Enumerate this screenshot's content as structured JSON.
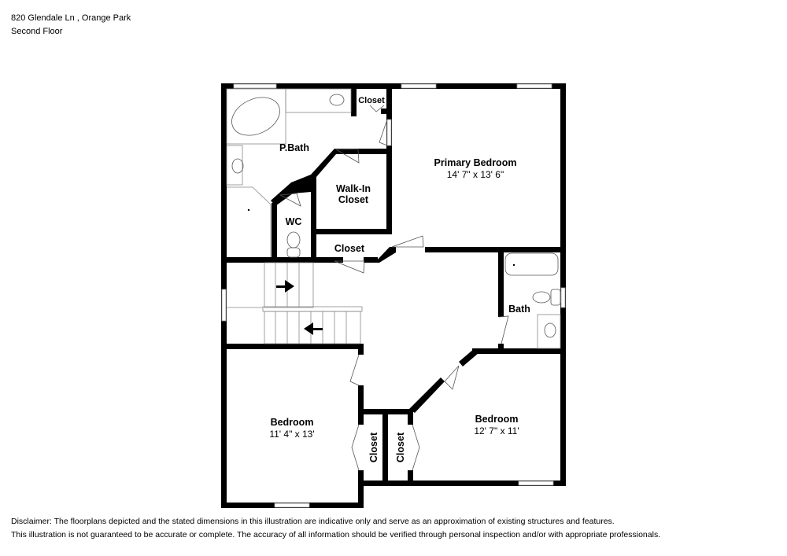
{
  "header": {
    "address": "820 Glendale Ln , Orange Park",
    "floor": "Second Floor"
  },
  "rooms": {
    "primary_bedroom": {
      "name": "Primary Bedroom",
      "dimensions": "14' 7\" x 13' 6\""
    },
    "p_bath": {
      "name": "P.Bath"
    },
    "closet_top": {
      "name": "Closet"
    },
    "walk_in_closet": {
      "name_line1": "Walk-In",
      "name_line2": "Closet"
    },
    "wc": {
      "name": "WC"
    },
    "closet_mid": {
      "name": "Closet"
    },
    "bath": {
      "name": "Bath"
    },
    "bedroom_left": {
      "name": "Bedroom",
      "dimensions": "11' 4\" x 13'"
    },
    "bedroom_right": {
      "name": "Bedroom",
      "dimensions": "12' 7\" x 11'"
    },
    "closet_left": {
      "name": "Closet"
    },
    "closet_right": {
      "name": "Closet"
    }
  },
  "disclaimer": {
    "line1": "Disclaimer: The floorplans depicted and the stated dimensions in this illustration are indicative only and serve as an approximation of existing structures and features.",
    "line2": "This illustration is not guaranteed to be accurate or complete. The accuracy of all information should be verified through personal inspection and/or with appropriate professionals."
  }
}
